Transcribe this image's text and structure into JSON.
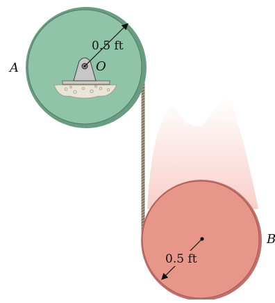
{
  "diagram": {
    "disk_a": {
      "label": "A",
      "pivot_label": "O",
      "radius_label": "0.5 ft",
      "fill_color": "#8fc4a8",
      "rim_color": "#6a9c82"
    },
    "disk_b": {
      "label": "B",
      "radius_label": "0.5 ft",
      "fill_color": "#e9968a",
      "rim_color": "#c0706a",
      "motion_blur_color": "#f4b4ab"
    },
    "cord_color": "#7a6a5a"
  }
}
